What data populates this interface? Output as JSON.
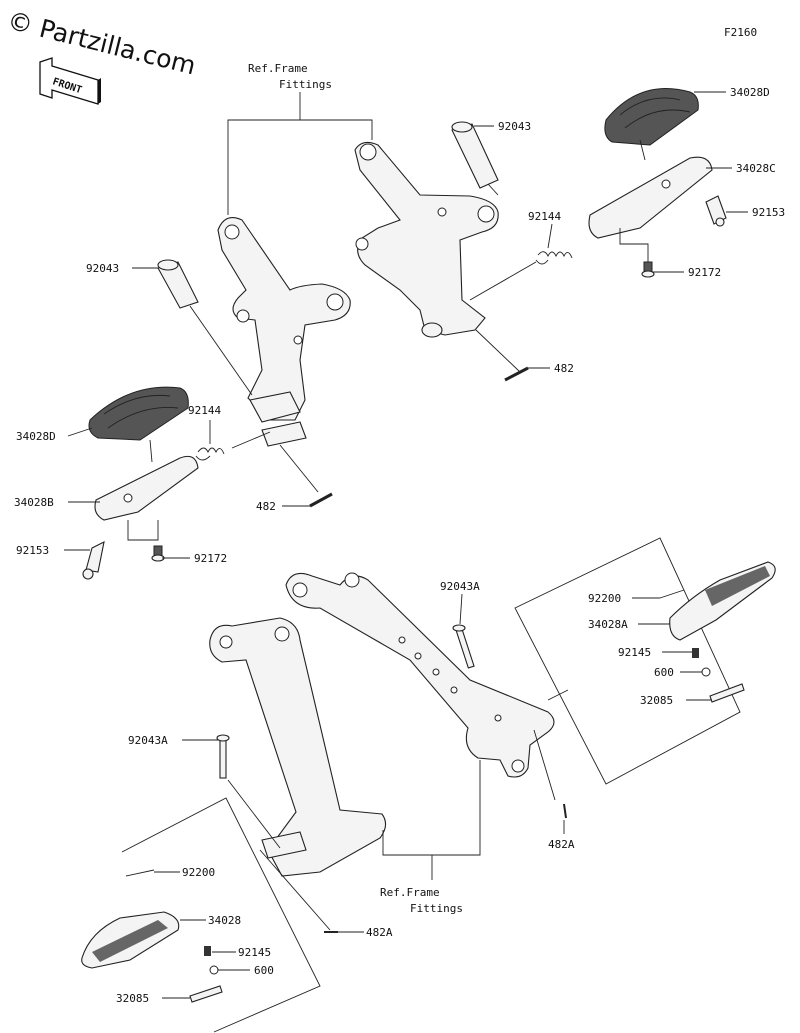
{
  "watermark": "© Partzilla.com",
  "front_badge": "FRONT",
  "figure_code": "F2160",
  "ref_label_top": [
    "Ref.Frame",
    "Fittings"
  ],
  "ref_label_bottom": [
    "Ref.Frame",
    "Fittings"
  ],
  "part_numbers": {
    "p_92043_r": "92043",
    "p_34028D_r": "34028D",
    "p_34028C": "34028C",
    "p_92144_r": "92144",
    "p_92153_r": "92153",
    "p_92172_r": "92172",
    "p_482_r": "482",
    "p_92043_l": "92043",
    "p_92144_l": "92144",
    "p_34028D_l": "34028D",
    "p_34028B": "34028B",
    "p_482_l": "482",
    "p_92153_l": "92153",
    "p_92172_l": "92172",
    "p_92043A_r": "92043A",
    "p_92200_r": "92200",
    "p_34028A": "34028A",
    "p_92145_r": "92145",
    "p_600_r": "600",
    "p_32085_r": "32085",
    "p_482A_r": "482A",
    "p_92043A_l": "92043A",
    "p_92200_l": "92200",
    "p_34028": "34028",
    "p_92145_l": "92145",
    "p_600_l": "600",
    "p_32085_l": "32085",
    "p_482A_l": "482A"
  }
}
